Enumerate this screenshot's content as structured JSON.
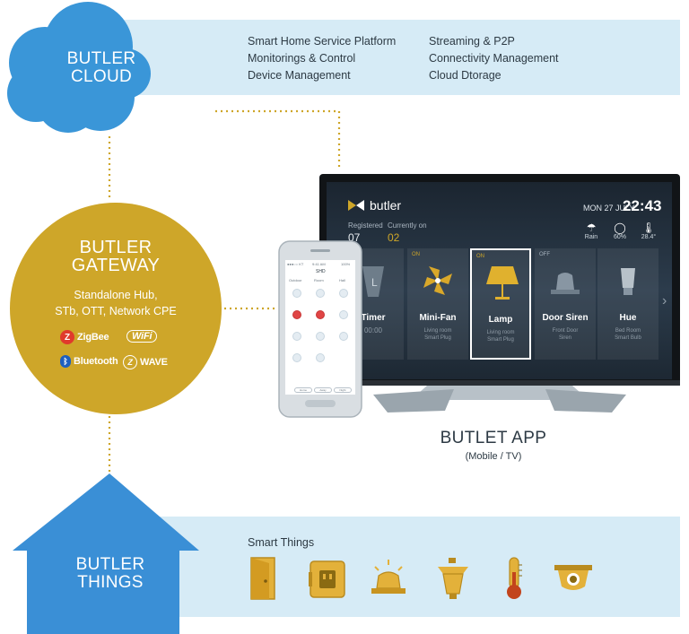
{
  "colors": {
    "cloud_blue": "#3a96d8",
    "band_blue": "#d6ebf6",
    "gateway_gold": "#cea629",
    "text_dark": "#2d3a44",
    "icon_gold": "#d6a82b"
  },
  "cloud": {
    "title_line1": "BUTLER",
    "title_line2": "CLOUD",
    "features_left": [
      "Smart Home Service Platform",
      "Monitorings & Control",
      "Device Management"
    ],
    "features_right": [
      "Streaming & P2P",
      "Connectivity Management",
      "Cloud Dtorage"
    ]
  },
  "gateway": {
    "title_line1": "BUTLER",
    "title_line2": "GATEWAY",
    "desc_line1": "Standalone Hub,",
    "desc_line2": "STb, OTT, Network CPE",
    "protocols": {
      "zigbee": "ZigBee",
      "wifi": "WiFi",
      "bluetooth": "Bluetooth",
      "zwave": "WAVE"
    }
  },
  "things": {
    "title_line1": "BUTLER",
    "title_line2": "THINGS",
    "label": "Smart Things",
    "icons": [
      "door-icon",
      "smart-plug-icon",
      "siren-icon",
      "lamp-icon",
      "thermometer-icon",
      "camera-icon"
    ]
  },
  "app": {
    "title": "BUTLET APP",
    "subtitle": "(Mobile / TV)"
  },
  "tv": {
    "logo": "butler",
    "date": "MON 27 JULY",
    "time": "22:43",
    "registered_label": "Registered",
    "registered_value": "07",
    "current_label": "Currently on",
    "current_value": "02",
    "weather": [
      {
        "icon": "☂",
        "label": "Rain"
      },
      {
        "icon": "◯",
        "label": "60%"
      },
      {
        "icon": "🌡",
        "label": "28.4°"
      }
    ],
    "tiles": [
      {
        "name": "Timer",
        "state": "",
        "sub1": "00:00",
        "sub2": ""
      },
      {
        "name": "Mini-Fan",
        "state": "ON",
        "sub1": "Living room",
        "sub2": "Smart Plug"
      },
      {
        "name": "Lamp",
        "state": "ON",
        "sub1": "Living room",
        "sub2": "Smart Plug"
      },
      {
        "name": "Door Siren",
        "state": "OFF",
        "sub1": "Front Door",
        "sub2": "Siren"
      },
      {
        "name": "Hue",
        "state": "",
        "sub1": "Bed Room",
        "sub2": "Smart Bulb"
      }
    ]
  },
  "phone": {
    "status_left": "●●●○○ KT",
    "status_center": "9:41 AM",
    "status_right": "100%",
    "header": "SHD",
    "tabs": [
      "Outdoor",
      "Room",
      "Hall"
    ],
    "buttons": [
      "Home",
      "Away",
      "Night"
    ]
  }
}
